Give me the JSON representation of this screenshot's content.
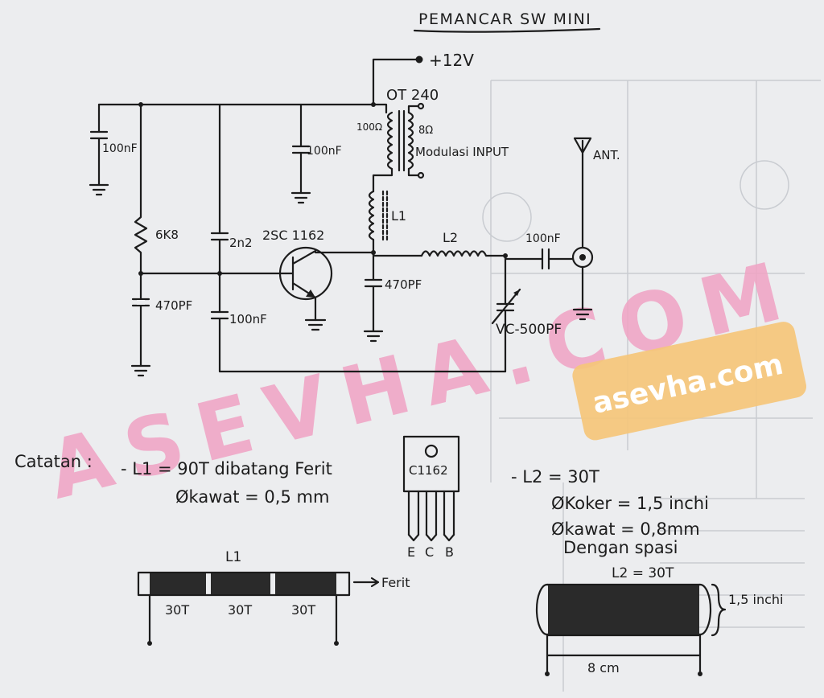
{
  "title": "PEMANCAR SW MINI",
  "supply": "+12V",
  "transformer": {
    "name": "OT 240",
    "primary": "100Ω",
    "secondary": "8Ω",
    "input_label": "Modulasi INPUT"
  },
  "components": {
    "c_left": "100nF",
    "c_mid": "100nF",
    "r_bias": "6K8",
    "c_2n2": "2n2",
    "transistor": "2SC 1162",
    "c_470_left": "470PF",
    "c_100_bottom": "100nF",
    "c_470_right": "470PF",
    "l1": "L1",
    "l2": "L2",
    "c_out": "100nF",
    "vc": "VC-500PF",
    "antenna": "ANT."
  },
  "watermark": {
    "big": "ASEVHA.COM",
    "badge": "asevha.com",
    "badge_color": "#f5c57a",
    "text_color": "#f0a3c4"
  },
  "notes": {
    "heading": "Catatan :",
    "l1_line1": "- L1 = 90T dibatang Ferit",
    "l1_line2": "Økawat = 0,5 mm",
    "l2_line1": "- L2 = 30T",
    "l2_line2": "ØKoker = 1,5 inchi",
    "l2_line3": "Økawat = 0,8mm",
    "l2_line4": "Dengan spasi"
  },
  "package": {
    "label": "C1162",
    "pins": [
      "E",
      "C",
      "B"
    ]
  },
  "l1_diagram": {
    "title": "L1",
    "arrow_label": "Ferit",
    "sections": [
      "30T",
      "30T",
      "30T"
    ]
  },
  "l2_diagram": {
    "title": "L2 = 30T",
    "diameter": "1,5 inchi",
    "length": "8 cm"
  }
}
